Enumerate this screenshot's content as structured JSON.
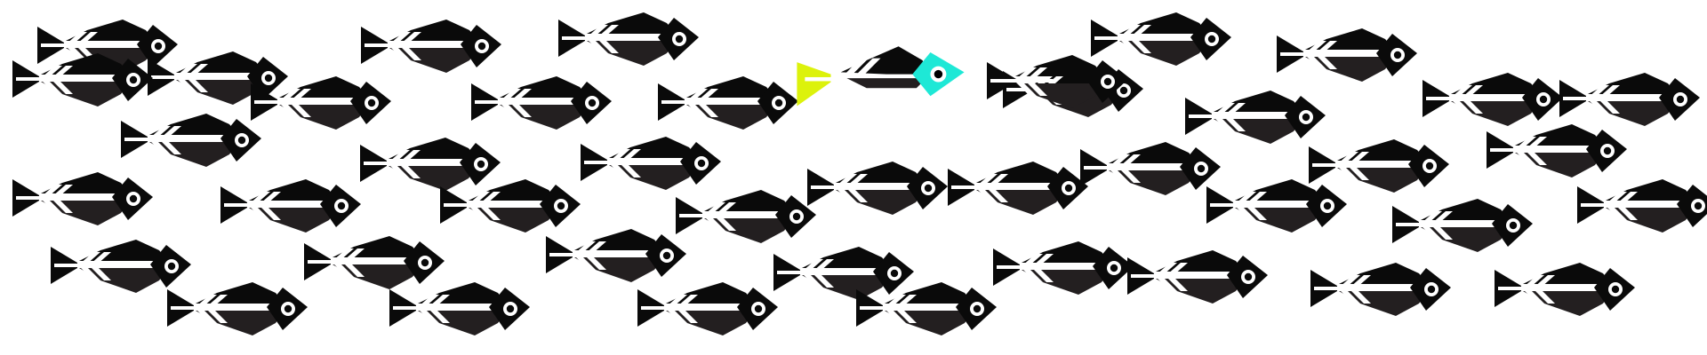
{
  "colors": {
    "background": "#ffffff",
    "fish_body_top": "#0a0a0a",
    "fish_body_bottom": "#231f20",
    "fish_highlight": "#ffffff",
    "odd_fish_head": "#1ee8d6",
    "odd_fish_tail": "#dcf20c"
  },
  "icon": "fish-icon",
  "school_size": 47,
  "odd_fish_count": 1,
  "odd_fish_direction": "right"
}
